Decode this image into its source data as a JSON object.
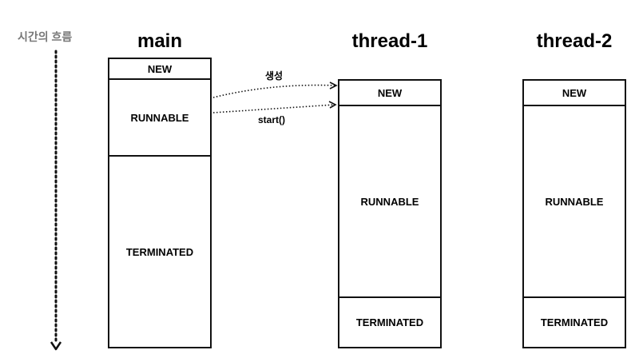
{
  "time_flow": {
    "label": "시간의 흐름"
  },
  "columns": [
    {
      "title": "main",
      "states": [
        "NEW",
        "RUNNABLE",
        "TERMINATED"
      ]
    },
    {
      "title": "thread-1",
      "states": [
        "NEW",
        "RUNNABLE",
        "TERMINATED"
      ]
    },
    {
      "title": "thread-2",
      "states": [
        "NEW",
        "RUNNABLE",
        "TERMINATED"
      ]
    }
  ],
  "arrows": [
    {
      "label": "생성",
      "from": "main.RUNNABLE",
      "to": "thread-1.NEW"
    },
    {
      "label": "start()",
      "from": "main.RUNNABLE",
      "to": "thread-1.RUNNABLE"
    }
  ]
}
